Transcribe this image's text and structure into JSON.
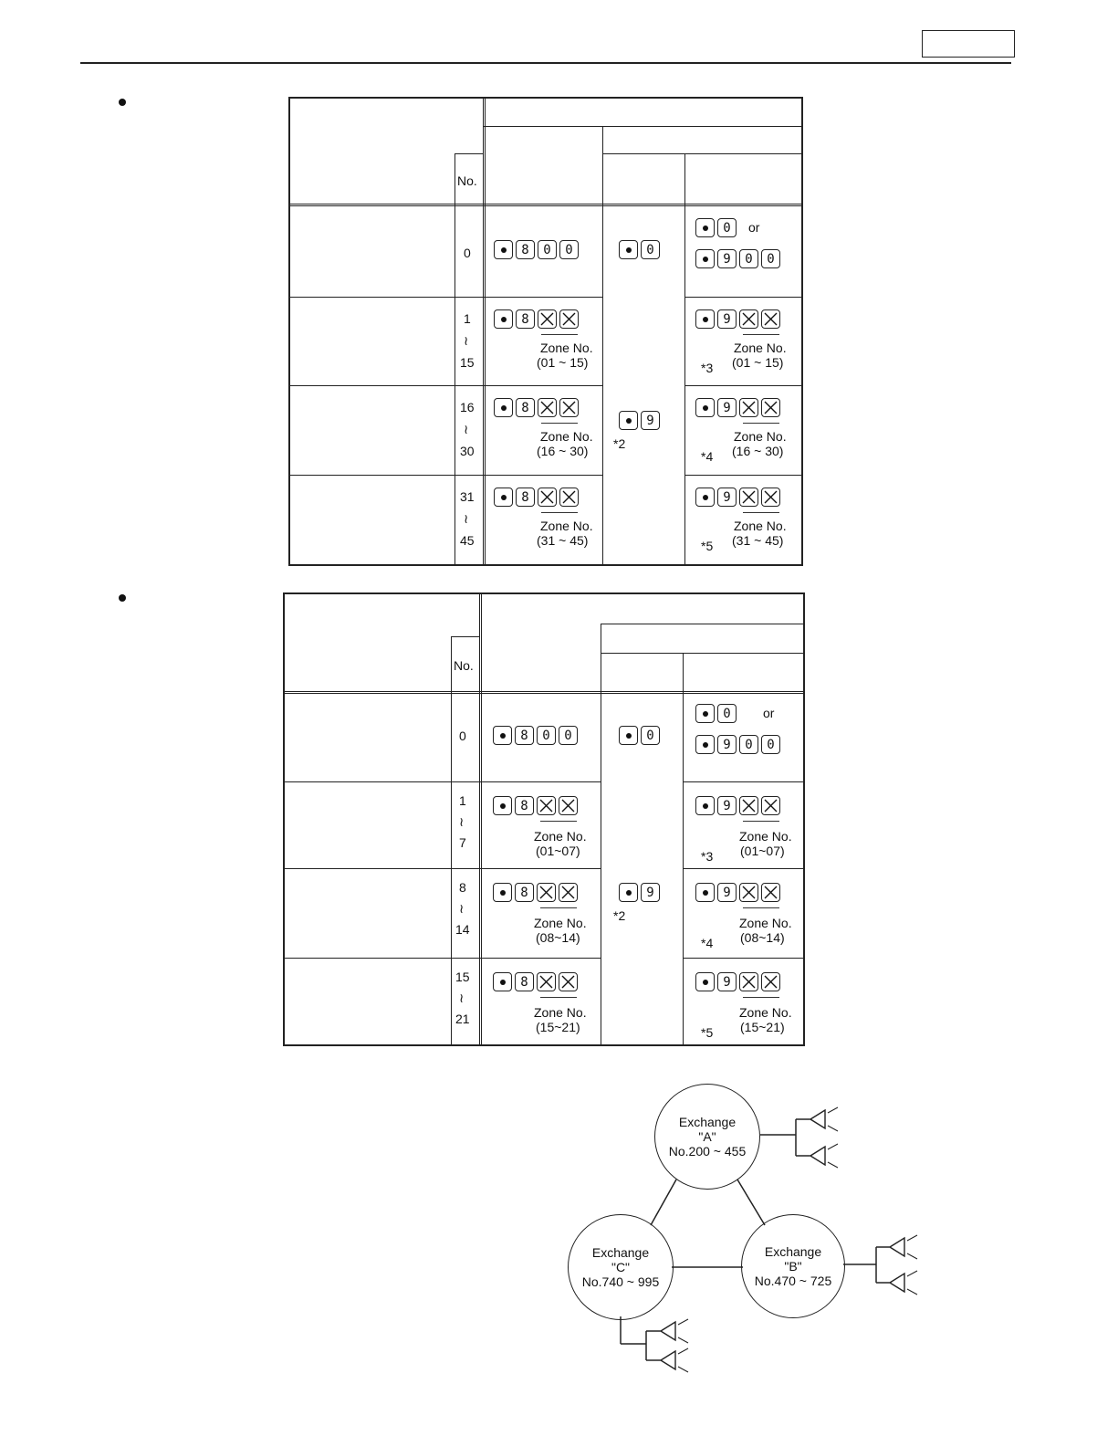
{
  "table1": {
    "no_header": "No.",
    "rows": [
      {
        "no_lines": [
          "0"
        ],
        "col1": {
          "keys": [
            "dot",
            "8",
            "0",
            "0"
          ]
        },
        "col3": {
          "keys": [
            "dot",
            "0"
          ],
          "or": "or",
          "keys2": [
            "dot",
            "9",
            "0",
            "0"
          ]
        }
      },
      {
        "no_lines": [
          "1",
          "≀",
          "15"
        ],
        "col1": {
          "keys": [
            "dot",
            "8",
            "x",
            "x"
          ],
          "zone": "Zone No.",
          "range": "(01 ~ 15)"
        },
        "col3": {
          "keys": [
            "dot",
            "9",
            "x",
            "x"
          ],
          "zone": "Zone No.",
          "range": "(01 ~ 15)",
          "note": "*3"
        }
      },
      {
        "no_lines": [
          "16",
          "≀",
          "30"
        ],
        "col1": {
          "keys": [
            "dot",
            "8",
            "x",
            "x"
          ],
          "zone": "Zone No.",
          "range": "(16 ~ 30)"
        },
        "col3": {
          "keys": [
            "dot",
            "9",
            "x",
            "x"
          ],
          "zone": "Zone No.",
          "range": "(16 ~ 30)",
          "note": "*4"
        }
      },
      {
        "no_lines": [
          "31",
          "≀",
          "45"
        ],
        "col1": {
          "keys": [
            "dot",
            "8",
            "x",
            "x"
          ],
          "zone": "Zone No.",
          "range": "(31 ~ 45)"
        },
        "col3": {
          "keys": [
            "dot",
            "9",
            "x",
            "x"
          ],
          "zone": "Zone No.",
          "range": "(31 ~ 45)",
          "note": "*5"
        }
      }
    ],
    "col2_row0_keys": [
      "dot",
      "0"
    ],
    "col2_merged_keys": [
      "dot",
      "9"
    ],
    "col2_merged_note": "*2"
  },
  "table2": {
    "no_header": "No.",
    "rows": [
      {
        "no_lines": [
          "0"
        ],
        "col1": {
          "keys": [
            "dot",
            "8",
            "0",
            "0"
          ]
        },
        "col3": {
          "keys": [
            "dot",
            "0"
          ],
          "or": "or",
          "keys2": [
            "dot",
            "9",
            "0",
            "0"
          ]
        }
      },
      {
        "no_lines": [
          "1",
          "≀",
          "7"
        ],
        "col1": {
          "keys": [
            "dot",
            "8",
            "x",
            "x"
          ],
          "zone": "Zone No.",
          "range": "(01~07)"
        },
        "col3": {
          "keys": [
            "dot",
            "9",
            "x",
            "x"
          ],
          "zone": "Zone No.",
          "range": "(01~07)",
          "note": "*3"
        }
      },
      {
        "no_lines": [
          "8",
          "≀",
          "14"
        ],
        "col1": {
          "keys": [
            "dot",
            "8",
            "x",
            "x"
          ],
          "zone": "Zone No.",
          "range": "(08~14)"
        },
        "col3": {
          "keys": [
            "dot",
            "9",
            "x",
            "x"
          ],
          "zone": "Zone No.",
          "range": "(08~14)",
          "note": "*4"
        }
      },
      {
        "no_lines": [
          "15",
          "≀",
          "21"
        ],
        "col1": {
          "keys": [
            "dot",
            "8",
            "x",
            "x"
          ],
          "zone": "Zone No.",
          "range": "(15~21)"
        },
        "col3": {
          "keys": [
            "dot",
            "9",
            "x",
            "x"
          ],
          "zone": "Zone No.",
          "range": "(15~21)",
          "note": "*5"
        }
      }
    ],
    "col2_row0_keys": [
      "dot",
      "0"
    ],
    "col2_merged_keys": [
      "dot",
      "9"
    ],
    "col2_merged_note": "*2"
  },
  "diagram": {
    "exchange_a": {
      "label": "Exchange",
      "name": "\"A\"",
      "range": "No.200 ~ 455"
    },
    "exchange_b": {
      "label": "Exchange",
      "name": "\"B\"",
      "range": "No.470 ~ 725"
    },
    "exchange_c": {
      "label": "Exchange",
      "name": "\"C\"",
      "range": "No.740 ~ 995"
    }
  }
}
